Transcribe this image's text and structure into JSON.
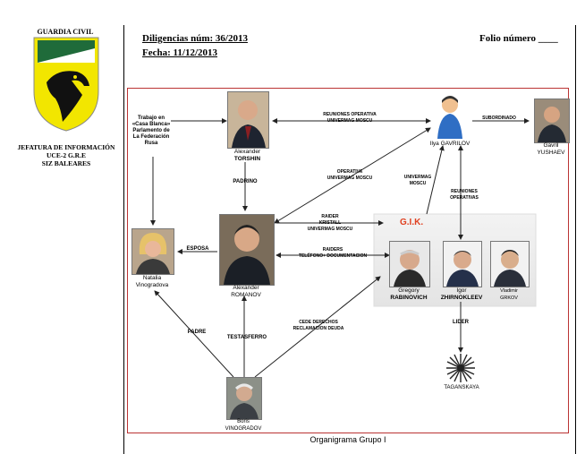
{
  "header": {
    "agency": "GUARDIA CIVIL",
    "dept_line1": "JEFATURA DE INFORMACIÓN",
    "dept_line2": "UCE-2 G.R.E",
    "dept_line3": "SIZ BALEARES",
    "diligencias": "Diligencias núm:  36/2013",
    "fecha": "Fecha: 11/12/2013",
    "folio": "Folio número ____"
  },
  "caption": "Organigrama Grupo I",
  "people": {
    "torshin": {
      "line1": "Alexander",
      "line2": "TORSHIN"
    },
    "gavrilov": {
      "line1": "Ilya GAVRILOV"
    },
    "yushaev": {
      "line1": "Gavril",
      "line2": "YUSHAEV"
    },
    "vinogradova": {
      "line1": "Natalia",
      "line2": "Vinogradova"
    },
    "romanov": {
      "line1": "Alexander",
      "line2": "ROMANOV"
    },
    "rabinovich": {
      "line1": "Gregory",
      "line2": "RABINOVICH"
    },
    "zhirnokleev": {
      "line1": "Igor",
      "line2": "ZHIRNOKLEEV"
    },
    "grkov": {
      "line1": "Vladimir",
      "line2": "GRKOV"
    },
    "vinogradov": {
      "line1": "Boris",
      "line2": "VINOGRADOV"
    },
    "taganskaya": {
      "line1": "TAGANSKAYA"
    }
  },
  "gik_label": "G.I.K.",
  "edges": {
    "trabajo": [
      "Trabajo en",
      "«Casa Blanca»",
      "Parlamento de",
      "La Federación",
      "Rusa"
    ],
    "reuniones_top": [
      "REUNIONES OPERATIVA",
      "UNIVERMAG MOSCU"
    ],
    "subordinado": "SUBORDINADO",
    "padrino": "PADRINO",
    "operativa": [
      "OPERATIVA",
      "UNIVERMAG MOSCU"
    ],
    "univermag": [
      "UNIVERMAG",
      "MOSCU"
    ],
    "reuniones_right": [
      "REUNIONES",
      "OPERATIVAS"
    ],
    "raider_kristall": [
      "RAIDER",
      "KRISTALL",
      "UNIVERMAG MOSCU"
    ],
    "esposa": "ESPOSA",
    "raiders": [
      "RAIDERS",
      "TELÉFONO+ DOCUMENTACION"
    ],
    "lider": "LIDER",
    "padre": "PADRE",
    "testasferro": "TESTASFERRO",
    "cede": [
      "CEDE DERECHOS",
      "RECLAMACION DEUDA"
    ]
  },
  "colors": {
    "border": "#b33333",
    "gik": "#e04020",
    "emblem_green": "#1f6b3a",
    "emblem_gold": "#f2e600"
  }
}
